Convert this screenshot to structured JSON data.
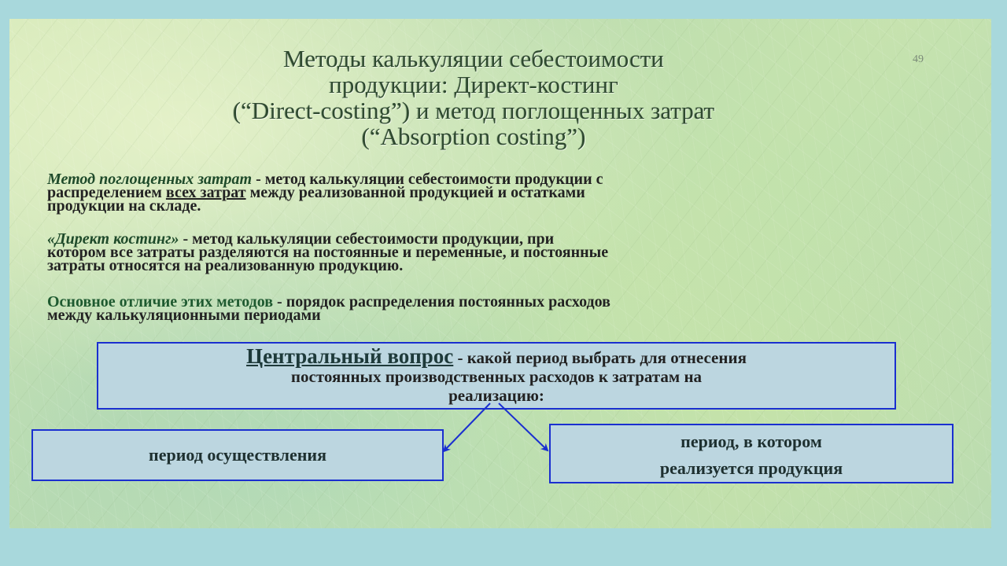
{
  "slide": {
    "page_number": "49",
    "title_lines": [
      "Методы калькуляции себестоимости",
      "продукции: Директ-костинг",
      "(“Direct-costing”) и метод поглощенных затрат",
      "(“Absorption costing”)"
    ],
    "para1": {
      "term": "Метод поглощенных затрат",
      "line1_rest": " - метод калькуляции себестоимости продукции с",
      "line2_start": "распределением ",
      "line2_underlined": "всех затрат",
      "line2_end": " между реализованной продукцией и остатками",
      "line3": "продукции на складе."
    },
    "para2": {
      "term": "«Директ костинг»",
      "line1_rest": " - метод калькуляции себестоимости продукции, при",
      "line2": "котором все затраты разделяются на постоянные и переменные, и постоянные",
      "line3": "затраты относятся на реализованную продукцию."
    },
    "para3": {
      "term": "Основное отличие этих методов",
      "line1_rest": " - порядок распределения постоянных расходов",
      "line2": "между калькуляционными периодами"
    },
    "central_box": {
      "heading": "Центральный вопрос",
      "line1_rest": " - какой период выбрать для отнесения",
      "line2": "постоянных производственных расходов к затратам на",
      "line3": "реализацию:"
    },
    "left_box": {
      "text": "период осуществления"
    },
    "right_box": {
      "line1": "период, в котором",
      "line2": "реализуется продукция"
    },
    "colors": {
      "box_border": "#1a2fd0",
      "box_fill": "#bcd6e0",
      "arrow": "#1a2fd0",
      "term_green": "#1e5a30"
    }
  }
}
